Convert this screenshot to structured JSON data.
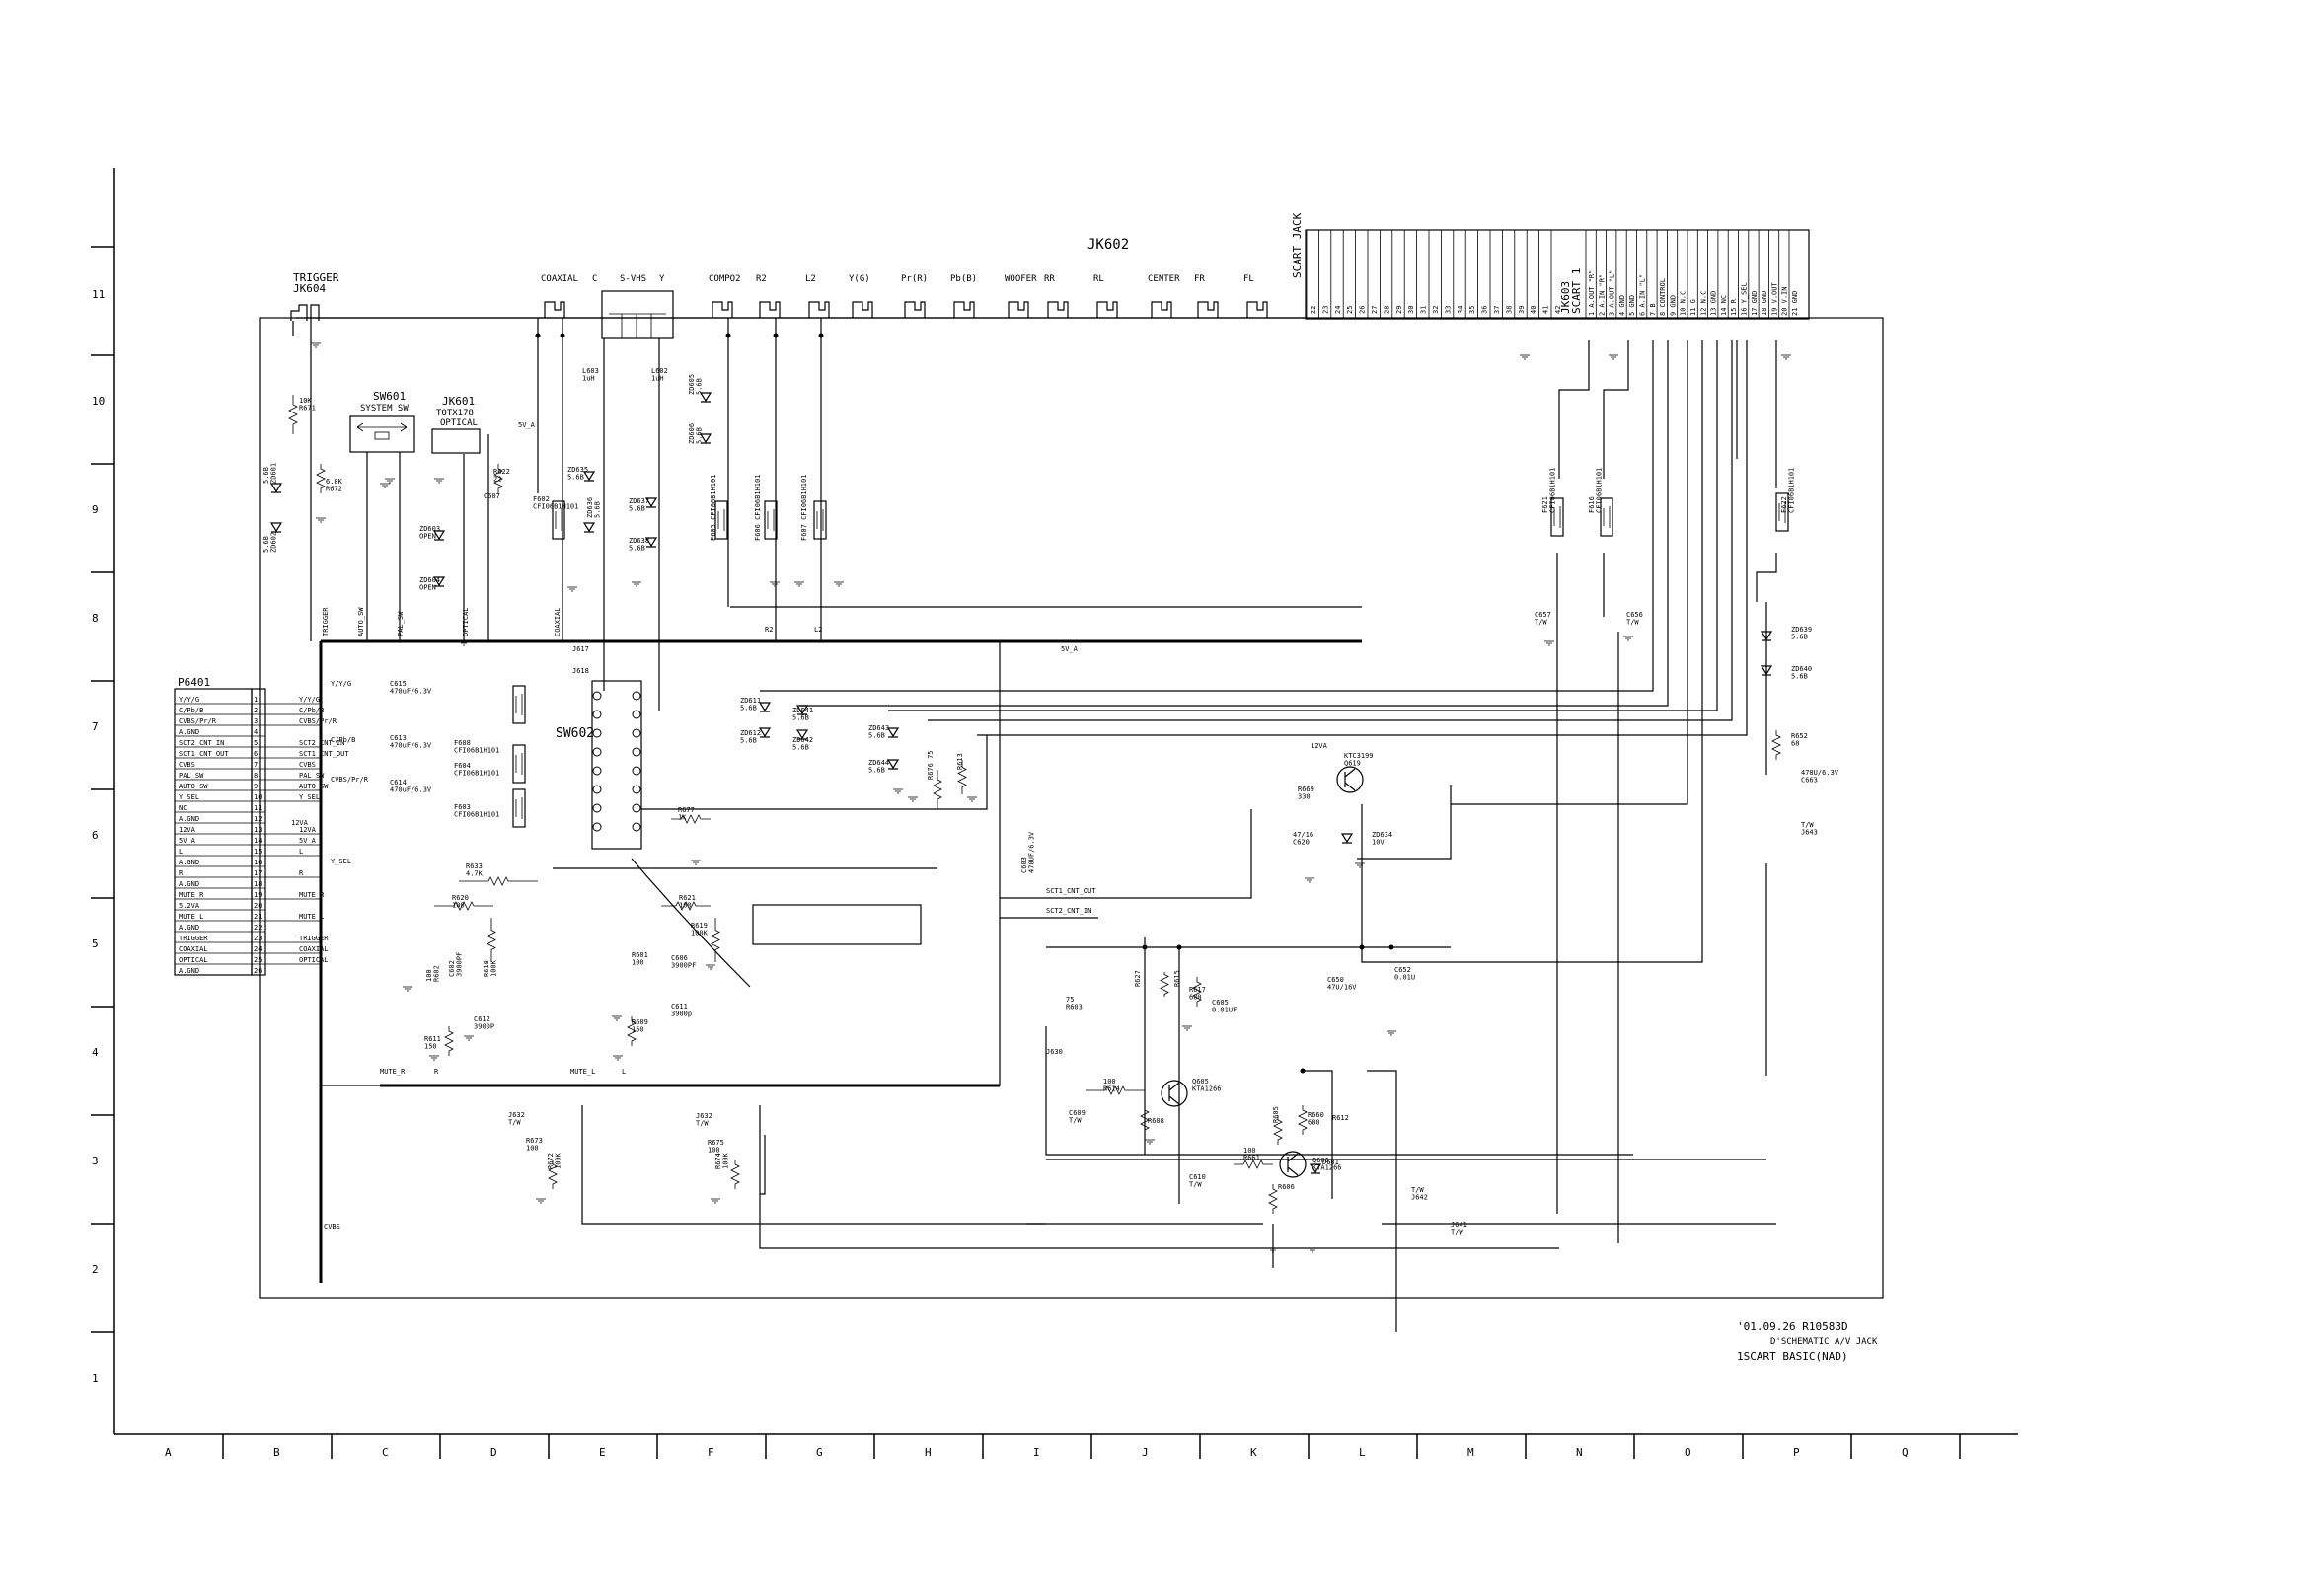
{
  "page": {
    "jk602_label": "JK602",
    "jk602_connectors": [
      {
        "id": "coaxial",
        "label": "COAXIAL"
      },
      {
        "id": "svhs-c",
        "label": "C"
      },
      {
        "id": "svhs",
        "label": "S-VHS"
      },
      {
        "id": "svhs-y",
        "label": "Y"
      },
      {
        "id": "compo2",
        "label": "COMPO2"
      },
      {
        "id": "r2",
        "label": "R2"
      },
      {
        "id": "l2",
        "label": "L2"
      },
      {
        "id": "yg",
        "label": "Y(G)"
      },
      {
        "id": "prr",
        "label": "Pr(R)"
      },
      {
        "id": "pbb",
        "label": "Pb(B)"
      },
      {
        "id": "woofer",
        "label": "WOOFER"
      },
      {
        "id": "rr",
        "label": "RR"
      },
      {
        "id": "rl",
        "label": "RL"
      },
      {
        "id": "center",
        "label": "CENTER"
      },
      {
        "id": "fr",
        "label": "FR"
      },
      {
        "id": "fl",
        "label": "FL"
      }
    ],
    "trigger_label": "TRIGGER",
    "jk604_label": "JK604",
    "sw601_label": "SW601",
    "sw601_sub": "SYSTEM_SW",
    "jk601_label": "JK601",
    "jk601_part": "TOTX178",
    "jk601_sub": "OPTICAL",
    "scart_jack_label": "SCART JACK",
    "jk603_label": "JK603",
    "scart1_label": "SCART 1",
    "scart_pins": [
      {
        "num": "1",
        "name": "A.OUT \"R\""
      },
      {
        "num": "2",
        "name": "A.IN \"R\""
      },
      {
        "num": "3",
        "name": "A.OUT \"L\""
      },
      {
        "num": "4",
        "name": "GND"
      },
      {
        "num": "5",
        "name": "GND"
      },
      {
        "num": "6",
        "name": "A.IN \"L\""
      },
      {
        "num": "7",
        "name": "B"
      },
      {
        "num": "8",
        "name": "CONTROL"
      },
      {
        "num": "9",
        "name": "GND"
      },
      {
        "num": "10",
        "name": "N.C"
      },
      {
        "num": "11",
        "name": "G"
      },
      {
        "num": "12",
        "name": "N.C"
      },
      {
        "num": "13",
        "name": "GND"
      },
      {
        "num": "14",
        "name": "NC"
      },
      {
        "num": "15",
        "name": "R"
      },
      {
        "num": "16",
        "name": "Y_SEL"
      },
      {
        "num": "17",
        "name": "GND"
      },
      {
        "num": "18",
        "name": "GND"
      },
      {
        "num": "19",
        "name": "V.OUT"
      },
      {
        "num": "20",
        "name": "V.IN"
      },
      {
        "num": "21",
        "name": "GND"
      }
    ],
    "scart_jack_pins": [
      "22",
      "23",
      "24",
      "25",
      "26",
      "27",
      "28",
      "29",
      "30",
      "31",
      "32",
      "33",
      "34",
      "35",
      "36",
      "37",
      "38",
      "39",
      "40",
      "41",
      "42"
    ],
    "p6401_label": "P6401",
    "p6401_pins": [
      {
        "num": "1",
        "name": "Y/Y/G",
        "net": "Y/Y/G"
      },
      {
        "num": "2",
        "name": "C/Pb/B",
        "net": "C/Pb/B"
      },
      {
        "num": "3",
        "name": "CVBS/Pr/R",
        "net": "CVBS/Pr/R"
      },
      {
        "num": "4",
        "name": "A.GND",
        "net": ""
      },
      {
        "num": "5",
        "name": "SCT2_CNT_IN",
        "net": "SCT2_CNT_IN"
      },
      {
        "num": "6",
        "name": "SCT1_CNT_OUT",
        "net": "SCT1_CNT_OUT"
      },
      {
        "num": "7",
        "name": "CVBS",
        "net": "CVBS"
      },
      {
        "num": "8",
        "name": "PAL_SW",
        "net": "PAL_SW"
      },
      {
        "num": "9",
        "name": "AUTO_SW",
        "net": "AUTO_SW"
      },
      {
        "num": "10",
        "name": "Y_SEL",
        "net": "Y_SEL"
      },
      {
        "num": "11",
        "name": "NC",
        "net": ""
      },
      {
        "num": "12",
        "name": "A.GND",
        "net": ""
      },
      {
        "num": "13",
        "name": "12VA",
        "net": "12VA"
      },
      {
        "num": "14",
        "name": "5V_A",
        "net": "5V_A"
      },
      {
        "num": "15",
        "name": "L",
        "net": "L"
      },
      {
        "num": "16",
        "name": "A.GND",
        "net": ""
      },
      {
        "num": "17",
        "name": "R",
        "net": "R"
      },
      {
        "num": "18",
        "name": "A.GND",
        "net": ""
      },
      {
        "num": "19",
        "name": "MUTE_R",
        "net": "MUTE_R"
      },
      {
        "num": "20",
        "name": "5.2VA",
        "net": ""
      },
      {
        "num": "21",
        "name": "MUTE_L",
        "net": "MUTE_L"
      },
      {
        "num": "22",
        "name": "A.GND",
        "net": ""
      },
      {
        "num": "23",
        "name": "TRIGGER",
        "net": "TRIGGER"
      },
      {
        "num": "24",
        "name": "COAXIAL",
        "net": "COAXIAL"
      },
      {
        "num": "25",
        "name": "OPTICAL",
        "net": "OPTICAL"
      },
      {
        "num": "26",
        "name": "A.GND",
        "net": ""
      }
    ],
    "sw602_label": "SW602",
    "net_labels": {
      "trigger": "TRIGGER",
      "auto_sw": "AUTO_SW",
      "pal_sw": "PAL_SW",
      "optical": "OPTICAL",
      "coaxial": "COAXIAL",
      "r2": "R2",
      "l2": "L2",
      "fiveva": "5V_A",
      "yyg": "Y/Y/G",
      "cpbb": "C/Pb/B",
      "cvbsprr": "CVBS/Pr/R",
      "ysel": "Y_SEL",
      "sct1": "SCT1_CNT_OUT",
      "sct2": "SCT2_CNT_IN",
      "mute_r": "MUTE_R",
      "mute_l": "MUTE_L",
      "r": "R",
      "l": "L",
      "cvbs": "CVBS",
      "twelveva": "12VA",
      "fivev_a_top": "5V_A"
    },
    "components": {
      "r671": "10K\nR671",
      "zd601": "5.6B\nZD601",
      "zd602": "5.6B\nZD602",
      "r672": "6.8K\nR672",
      "r622": "R622\n22",
      "c607": "C607",
      "zd603": "ZD603\nOPEN",
      "zd604": "ZD604\nOPEN",
      "f602": "F602\nCFI06B1H101",
      "l603": "L603\n1uH",
      "l602": "L602\n1uH",
      "zd635": "ZD635\n5.6B",
      "zd636": "ZD636\n5.6B",
      "zd637": "ZD637\n5.6B",
      "zd638": "ZD638\n5.6B",
      "zd605": "ZD605\n5.6B",
      "zd606": "ZD606\n5.6B",
      "f605": "F605 CFI06B1H101",
      "f606": "F606 CFI06B1H101",
      "f607": "F607 CFI06B1H101",
      "j617": "J617",
      "j618": "J618",
      "c615a": "C615\n470uF/6.3V",
      "f608": "F608\nCFI06B1H101",
      "c613": "C613\n470uF/6.3V",
      "f604": "F604\nCFI06B1H101",
      "c614": "C614\n470uF/6.3V",
      "f603": "F603\nCFI06B1H101",
      "zd611": "ZD611\n5.6B",
      "zd612": "ZD612\n5.6B",
      "zd641": "ZD641\n5.6B",
      "zd642": "ZD642\n5.6B",
      "zd643": "ZD643\n5.6B",
      "zd644": "ZD644\n5.6B",
      "r676": "R676 75",
      "r613": "R613",
      "r677": "R677\n1K",
      "r633": "R633\n4.7K",
      "r620": "R620\n100",
      "r602": "100\nR602",
      "c602": "C602\n3900PF",
      "r618": "R618\n100K",
      "c612": "C612\n3900P",
      "r611": "R611\n150",
      "r621": "R621\n100",
      "r619": "R619\n100K",
      "r601": "R601\n100",
      "c606": "C606\n3900PF",
      "c611": "C611\n3900p",
      "r609": "R609\n150",
      "j632r": "J632\nT/W",
      "r673": "R673\n100",
      "r672b": "R672\n100K",
      "j632l": "J632\nT/W",
      "r675": "R675\n100",
      "r674": "R674\n100K",
      "f621": "F621\nCFI06B1H101",
      "f616": "F616\nCFI06B1H101",
      "f622": "F622\nCFI06B1H101",
      "c657": "C657\nT/W",
      "c656": "C656\nT/W",
      "zd639": "ZD639\n5.6B",
      "zd640": "ZD640\n5.6B",
      "r652": "R652\n68",
      "c663": "470U/6.3V\nC663",
      "j643": "T/W\nJ643",
      "twelveva_tr": "12VA",
      "q619": "KTC3199\nQ619",
      "r669": "R669\n330",
      "c620": "47/16\nC620",
      "zd634": "ZD634\n10V",
      "c603": "C603\n470UF/6.3V",
      "c650": "C650\n47U/16V",
      "c652": "C652\n0.01U",
      "r627": "R627",
      "r615": "R615",
      "r617": "R617\n680",
      "c605": "C605\n0.01UF",
      "r603": "75\nR603",
      "j630": "J630",
      "r614": "100\nR614",
      "c609": "C609\nT/W",
      "q605": "Q605\nKTA1266",
      "r608": "R608",
      "r605": "R605",
      "r660": "R660\n680",
      "r612": "R612",
      "r661": "100\nR661",
      "c610": "C610\nT/W",
      "q606": "Q606\nKTA1266",
      "d601": "D601",
      "r606": "R606",
      "j642": "T/W\nJ642",
      "j641": "J641\nT/W"
    },
    "title_block": {
      "date_line": "'01.09.26  R10583D",
      "desc_line": "D'SCHEMATIC A/V JACK",
      "model_line": "1SCART BASIC(NAD)"
    },
    "row_labels": [
      "11",
      "10",
      "9",
      "8",
      "7",
      "6",
      "5",
      "4",
      "3",
      "2",
      "1"
    ],
    "col_labels": [
      "A",
      "B",
      "C",
      "D",
      "E",
      "F",
      "G",
      "H",
      "I",
      "J",
      "K",
      "L",
      "M",
      "N",
      "O",
      "P",
      "Q"
    ]
  }
}
